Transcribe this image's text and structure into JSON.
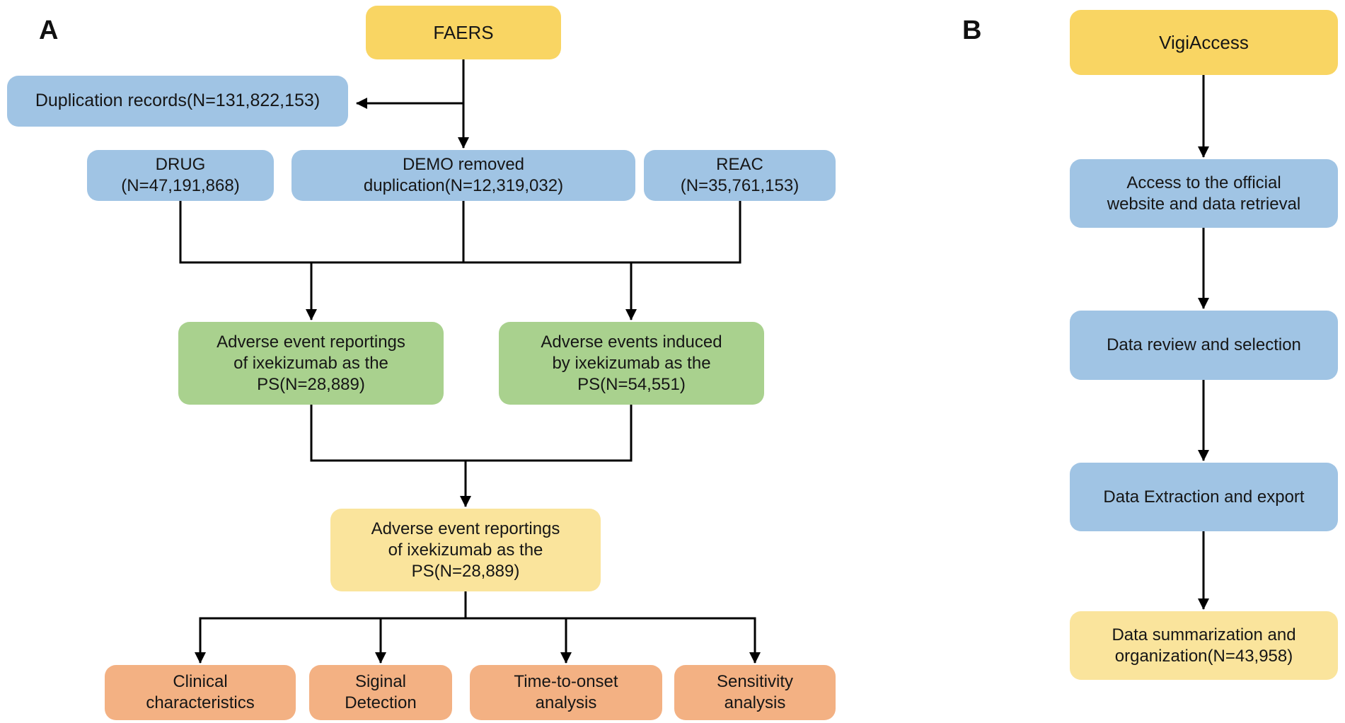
{
  "colors": {
    "gold": "#F9D563",
    "lightgold": "#FAE49C",
    "blue": "#A0C4E4",
    "green": "#A9D18E",
    "orange": "#F3B183",
    "line": "#000000",
    "text": "#161616",
    "bg": "#ffffff"
  },
  "panel_a": {
    "label": "A",
    "faers": {
      "text": "FAERS"
    },
    "duplication": {
      "text": "Duplication records(N=131,822,153)"
    },
    "drug": {
      "lines": [
        "DRUG",
        "(N=47,191,868)"
      ]
    },
    "demo": {
      "lines": [
        "DEMO removed",
        "duplication(N=12,319,032)"
      ]
    },
    "reac": {
      "lines": [
        "REAC",
        "(N=35,761,153)"
      ]
    },
    "ae_ps_reportings": {
      "lines": [
        "Adverse event reportings",
        "of ixekizumab as the",
        "PS(N=28,889)"
      ]
    },
    "ae_induced": {
      "lines": [
        "Adverse events induced",
        "by ixekizumab as the",
        "PS(N=54,551)"
      ]
    },
    "ae_final": {
      "lines": [
        "Adverse event reportings",
        "of ixekizumab as the",
        "PS(N=28,889)"
      ]
    },
    "clinical": {
      "lines": [
        "Clinical",
        "characteristics"
      ]
    },
    "signal": {
      "lines": [
        "Siginal",
        "Detection"
      ]
    },
    "time_to_onset": {
      "lines": [
        "Time-to-onset",
        "analysis"
      ]
    },
    "sensitivity": {
      "lines": [
        "Sensitivity",
        "analysis"
      ]
    }
  },
  "panel_b": {
    "label": "B",
    "vigiaccess": {
      "text": "VigiAccess"
    },
    "access": {
      "lines": [
        "Access to the official",
        "website and data retrieval"
      ]
    },
    "review": {
      "text": "Data review and selection"
    },
    "extraction": {
      "text": "Data Extraction and export"
    },
    "summarization": {
      "lines": [
        "Data summarization and",
        "organization(N=43,958)"
      ]
    }
  },
  "edges": [
    [
      "faers",
      "duplication"
    ],
    [
      "faers",
      "demo"
    ],
    [
      "drug",
      "merge1"
    ],
    [
      "demo",
      "merge1"
    ],
    [
      "reac",
      "merge1"
    ],
    [
      "merge1",
      "ae_ps_reportings"
    ],
    [
      "merge1",
      "ae_induced"
    ],
    [
      "ae_ps_reportings",
      "merge2"
    ],
    [
      "ae_induced",
      "merge2"
    ],
    [
      "merge2",
      "ae_final"
    ],
    [
      "ae_final",
      "clinical"
    ],
    [
      "ae_final",
      "signal"
    ],
    [
      "ae_final",
      "time_to_onset"
    ],
    [
      "ae_final",
      "sensitivity"
    ],
    [
      "vigiaccess",
      "access"
    ],
    [
      "access",
      "review"
    ],
    [
      "review",
      "extraction"
    ],
    [
      "extraction",
      "summarization"
    ]
  ]
}
